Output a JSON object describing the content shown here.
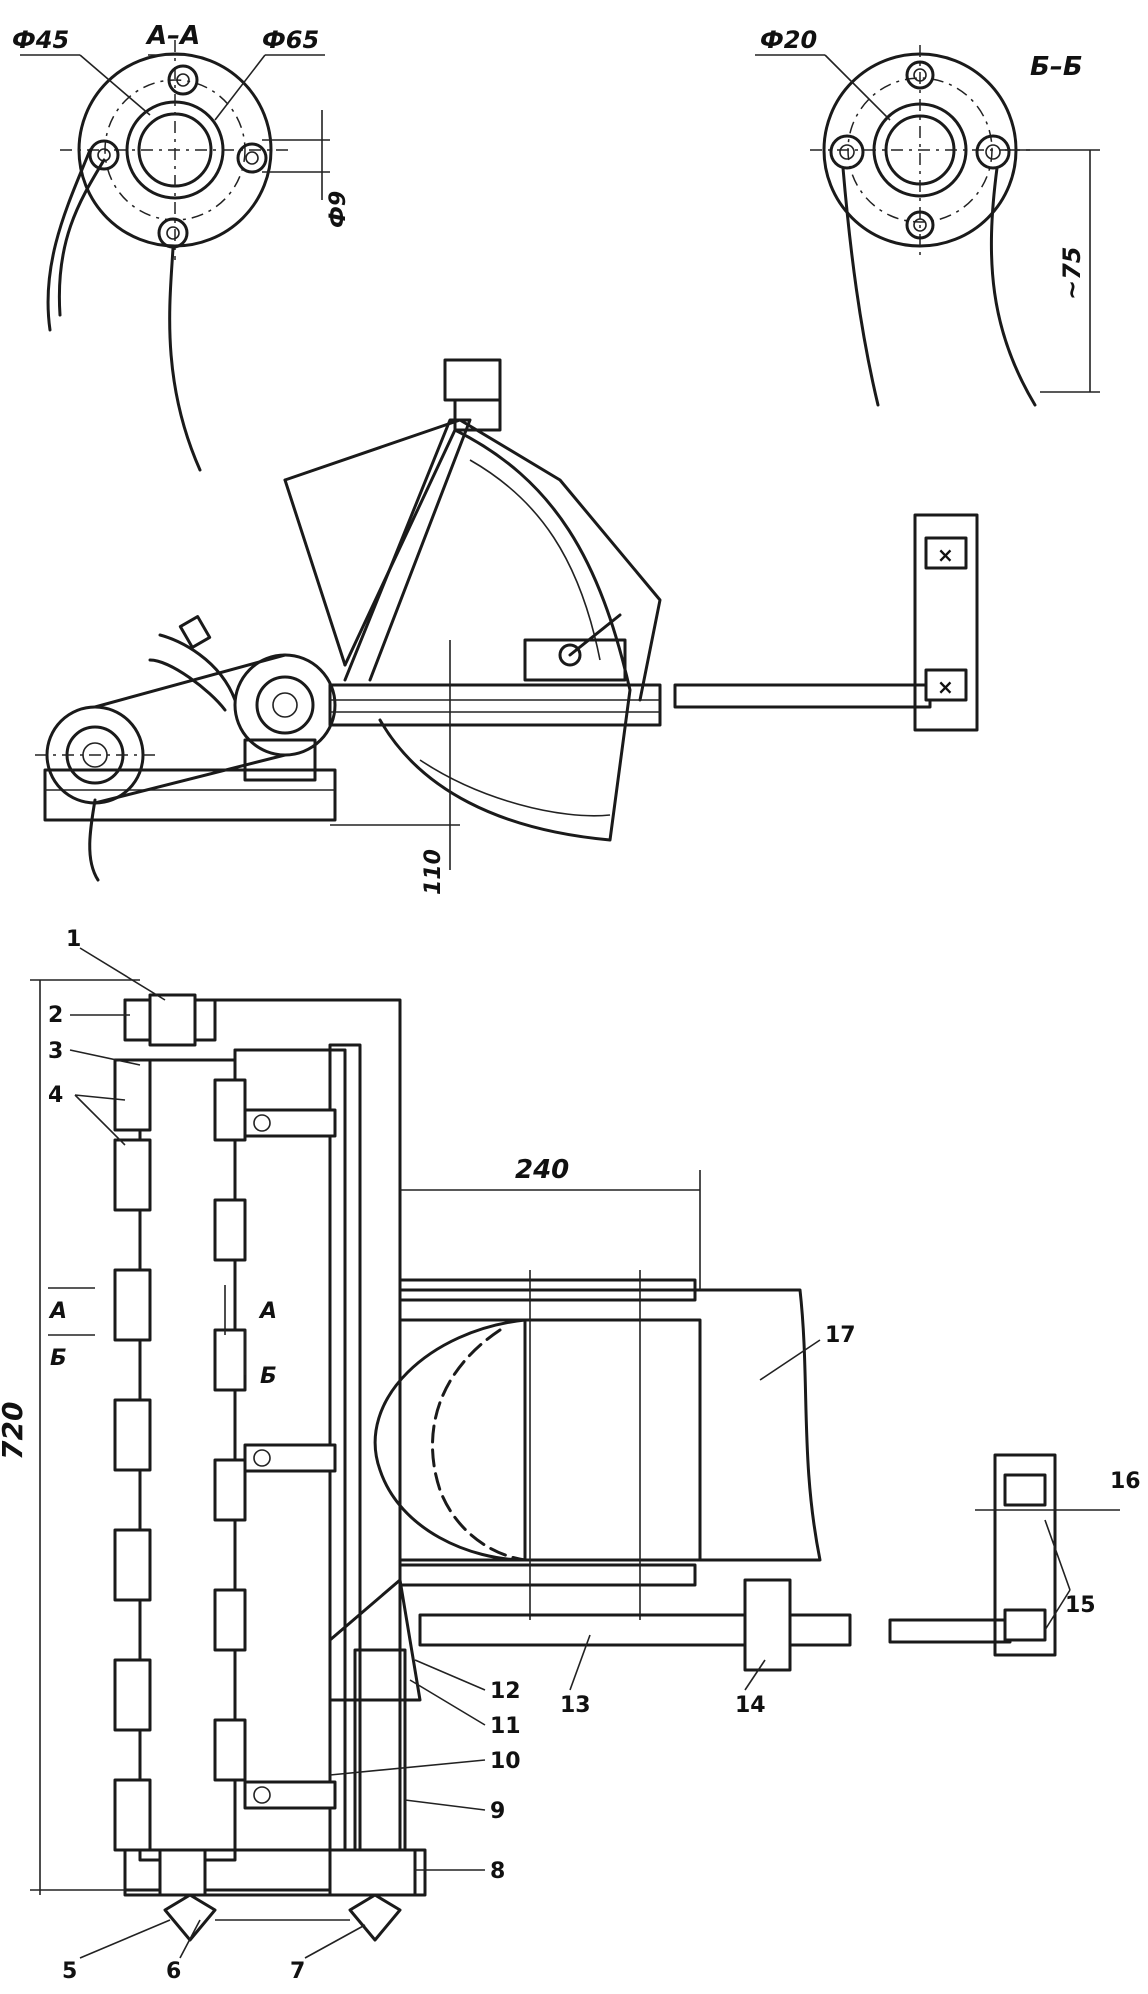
{
  "section_aa": {
    "title": "А–А",
    "dia_outer": "Ф45",
    "dia_flange": "Ф65",
    "dia_hole": "Ф9"
  },
  "section_bb": {
    "title": "Б–Б",
    "dia_inner": "Ф20",
    "height": "~75"
  },
  "side_view": {
    "dim_height": "110"
  },
  "plan_view": {
    "dim_length": "720",
    "dim_offset": "240",
    "section_marks": {
      "a_left": "А",
      "a_right": "А",
      "b_left": "Б",
      "b_right": "Б"
    },
    "callouts": [
      "1",
      "2",
      "3",
      "4",
      "5",
      "6",
      "7",
      "8",
      "9",
      "10",
      "11",
      "12",
      "13",
      "14",
      "15",
      "16",
      "17"
    ]
  }
}
